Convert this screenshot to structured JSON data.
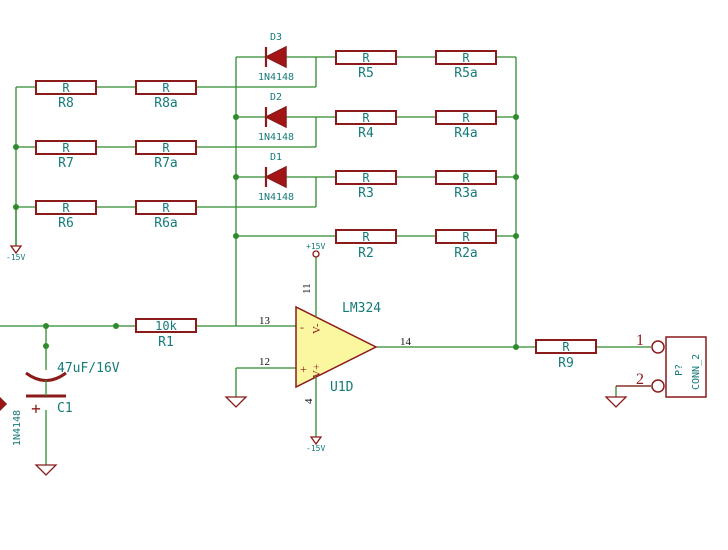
{
  "resistors": {
    "r8": {
      "ref": "R8",
      "val": "R"
    },
    "r8a": {
      "ref": "R8a",
      "val": "R"
    },
    "r7": {
      "ref": "R7",
      "val": "R"
    },
    "r7a": {
      "ref": "R7a",
      "val": "R"
    },
    "r6": {
      "ref": "R6",
      "val": "R"
    },
    "r6a": {
      "ref": "R6a",
      "val": "R"
    },
    "r5": {
      "ref": "R5",
      "val": "R"
    },
    "r5a": {
      "ref": "R5a",
      "val": "R"
    },
    "r4": {
      "ref": "R4",
      "val": "R"
    },
    "r4a": {
      "ref": "R4a",
      "val": "R"
    },
    "r3": {
      "ref": "R3",
      "val": "R"
    },
    "r3a": {
      "ref": "R3a",
      "val": "R"
    },
    "r2": {
      "ref": "R2",
      "val": "R"
    },
    "r2a": {
      "ref": "R2a",
      "val": "R"
    },
    "r1": {
      "ref": "R1",
      "val": "10k"
    },
    "r9": {
      "ref": "R9",
      "val": "R"
    }
  },
  "diodes": {
    "d1": {
      "ref": "D1",
      "val": "1N4148"
    },
    "d2": {
      "ref": "D2",
      "val": "1N4148"
    },
    "d3": {
      "ref": "D3",
      "val": "1N4148"
    },
    "left": {
      "val": "1N4148"
    }
  },
  "capacitor": {
    "ref": "C1",
    "val": "47uF/16V"
  },
  "opamp": {
    "ref": "U1D",
    "val": "LM324",
    "pins": {
      "inv": "13",
      "noninv": "12",
      "out": "14",
      "vpos": "11",
      "vneg": "4"
    },
    "inv_label": "V-",
    "noninv_label": "V+",
    "minus_sign": "-",
    "plus_sign": "+"
  },
  "power": {
    "neg_left": "-15V",
    "pos_top": "+15V",
    "neg_bottom": "-15V"
  },
  "connector": {
    "ref": "P?",
    "val": "CONN_2",
    "pin1": "1",
    "pin2": "2"
  },
  "capacitor_plus": "+"
}
